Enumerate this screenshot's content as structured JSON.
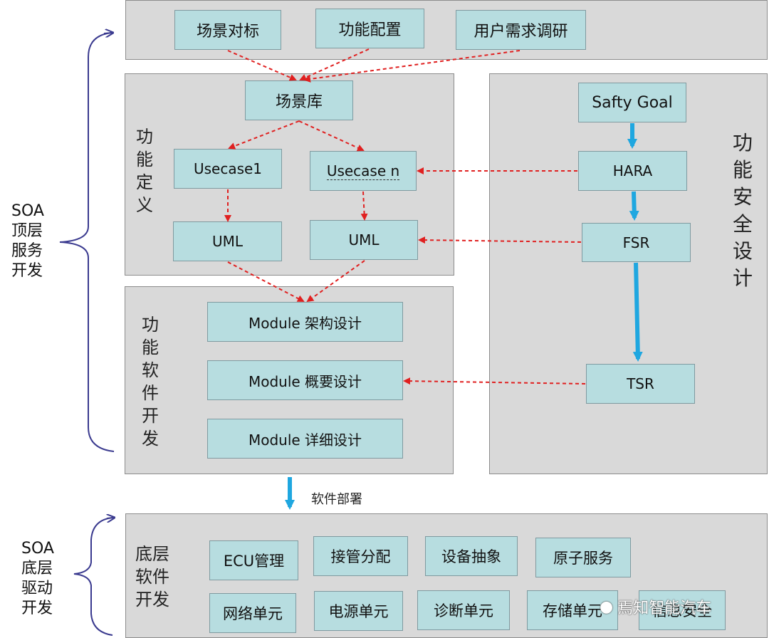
{
  "top_row": [
    "场景对标",
    "功能配置",
    "用户需求调研"
  ],
  "scene_library": "场景库",
  "functional_definition": {
    "title": "功能定义",
    "usecase1": "Usecase1",
    "usecase_n": "Usecase n",
    "uml1": "UML",
    "uml2": "UML"
  },
  "functional_safety": {
    "title": "功能安全设计",
    "safety_goal": "Safty Goal",
    "hara": "HARA",
    "fsr": "FSR",
    "tsr": "TSR"
  },
  "software_dev": {
    "title": "功能软件开发",
    "module_arch": "Module 架构设计",
    "module_overview": "Module 概要设计",
    "module_detail": "Module 详细设计"
  },
  "deploy_label": "软件部署",
  "soa_top": {
    "line1": "SOA",
    "line2": "顶层",
    "line3": "服务",
    "line4": "开发"
  },
  "soa_bottom": {
    "line1": "SOA",
    "line2": "底层",
    "line3": "驱动",
    "line4": "开发"
  },
  "bottom_layer": {
    "title_line1": "底层",
    "title_line2": "软件",
    "title_line3": "开发",
    "row1": [
      "ECU管理",
      "接管分配",
      "设备抽象",
      "原子服务"
    ],
    "row2": [
      "网络单元",
      "电源单元",
      "诊断单元",
      "存储单元",
      "信息安全"
    ]
  },
  "watermark": "焉知智能汽车",
  "colors": {
    "panel": "#d9d9d9",
    "box": "#b7dde0",
    "red_arrow": "#e02020",
    "blue_arrow": "#1fa7e0",
    "bracket": "#3a3a8f"
  }
}
